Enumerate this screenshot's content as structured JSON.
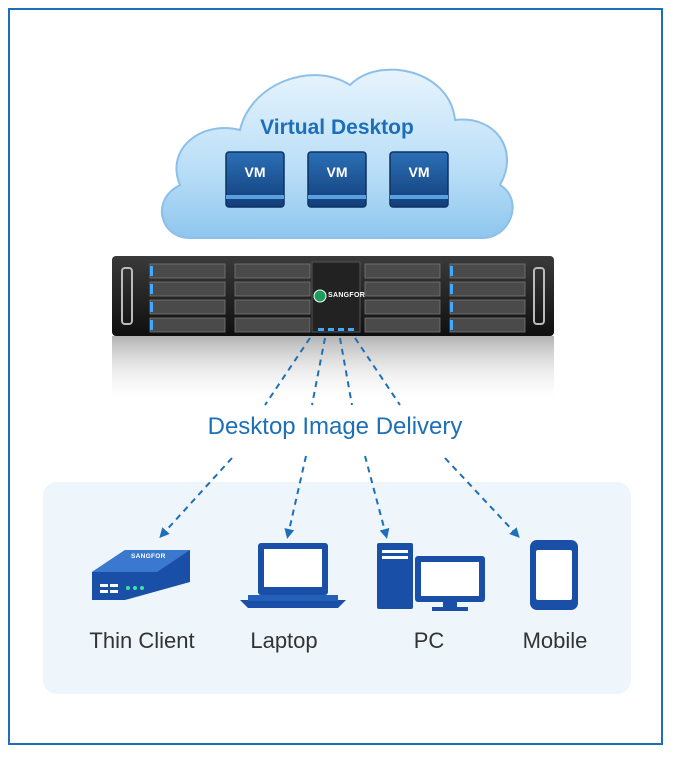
{
  "cloud": {
    "title": "Virtual Desktop",
    "vms": [
      "VM",
      "VM",
      "VM"
    ]
  },
  "server": {
    "brand": "SANGFOR"
  },
  "delivery": {
    "label": "Desktop Image Delivery"
  },
  "devices": [
    {
      "label": "Thin Client",
      "brand": "SANGFOR"
    },
    {
      "label": "Laptop"
    },
    {
      "label": "PC"
    },
    {
      "label": "Mobile"
    }
  ],
  "colors": {
    "accent": "#1d6fb8",
    "device_blue": "#1a4fa8",
    "cloud_blue": "#a9d4f2",
    "panel": "#eef5fb"
  }
}
